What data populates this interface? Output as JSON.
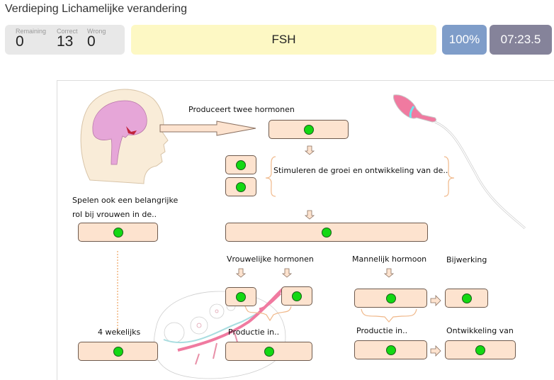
{
  "header": {
    "title": "Verdieping Lichamelijke verandering"
  },
  "stats": {
    "remaining_label": "Remaining",
    "remaining": "0",
    "correct_label": "Correct",
    "correct": "13",
    "wrong_label": "Wrong",
    "wrong": "0"
  },
  "question": {
    "term": "FSH"
  },
  "score": {
    "percent": "100%"
  },
  "timer": {
    "elapsed": "07:23.5"
  },
  "diagram": {
    "labels": {
      "produces": "Produceert twee hormonen",
      "stimulate": "Stimuleren de groei en ontwikkeling van de..",
      "women_role_1": "Spelen ook een belangrijke",
      "women_role_2": "rol bij vrouwen in de..",
      "female_hormones": "Vrouwelijke hormonen",
      "male_hormone": "Mannelijk hormoon",
      "side_effect": "Bijwerking",
      "production_female": "Productie in..",
      "production_male": "Productie in..",
      "four_weekly": "4 wekelijks",
      "development": "Ontwikkeling van"
    },
    "drop_zones_total": 13,
    "drop_zones_status": "all-correct",
    "colors": {
      "zone_fill": "#fde3cf",
      "correct_dot": "#13d813",
      "bracket": "#f0b88a"
    }
  }
}
